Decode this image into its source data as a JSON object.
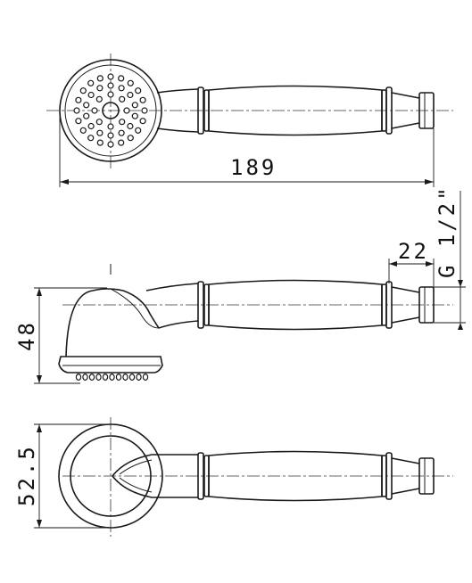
{
  "dimensions": {
    "overall_length": "189",
    "connector_length": "22",
    "thread": "G 1/2\"",
    "head_height": "48",
    "head_diameter": "52.5"
  },
  "colors": {
    "line": "#1a1a1a",
    "background": "#ffffff"
  }
}
